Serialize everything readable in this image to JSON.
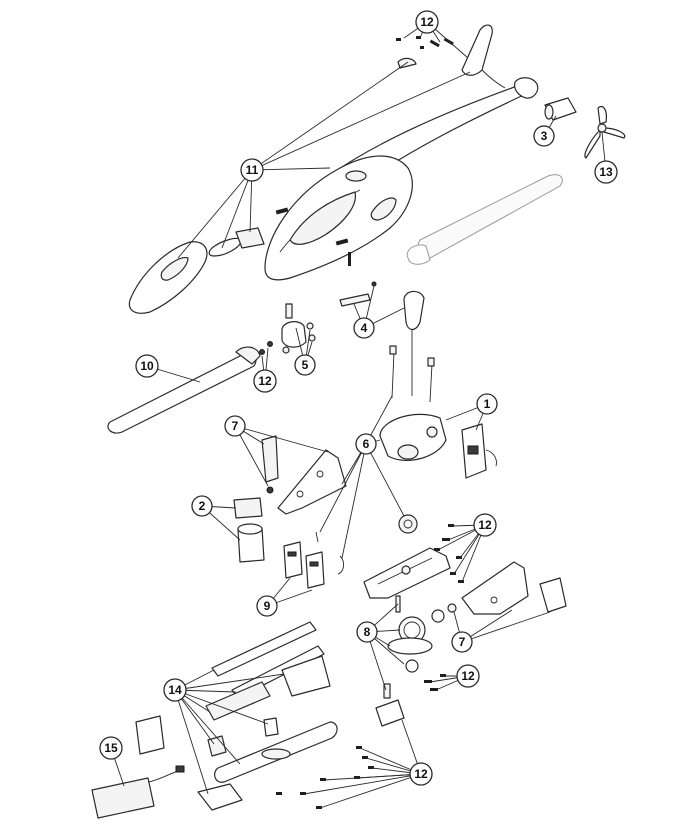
{
  "diagram": {
    "type": "exploded-parts-diagram",
    "callouts": [
      {
        "id": "c1",
        "number": "1"
      },
      {
        "id": "c2",
        "number": "2"
      },
      {
        "id": "c3",
        "number": "3"
      },
      {
        "id": "c4",
        "number": "4"
      },
      {
        "id": "c5",
        "number": "5"
      },
      {
        "id": "c6",
        "number": "6"
      },
      {
        "id": "c7a",
        "number": "7"
      },
      {
        "id": "c7b",
        "number": "7"
      },
      {
        "id": "c8",
        "number": "8"
      },
      {
        "id": "c9",
        "number": "9"
      },
      {
        "id": "c10",
        "number": "10"
      },
      {
        "id": "c11",
        "number": "11"
      },
      {
        "id": "c12a",
        "number": "12"
      },
      {
        "id": "c12b",
        "number": "12"
      },
      {
        "id": "c12c",
        "number": "12"
      },
      {
        "id": "c12d",
        "number": "12"
      },
      {
        "id": "c12e",
        "number": "12"
      },
      {
        "id": "c13",
        "number": "13"
      },
      {
        "id": "c14",
        "number": "14"
      },
      {
        "id": "c15",
        "number": "15"
      }
    ]
  }
}
